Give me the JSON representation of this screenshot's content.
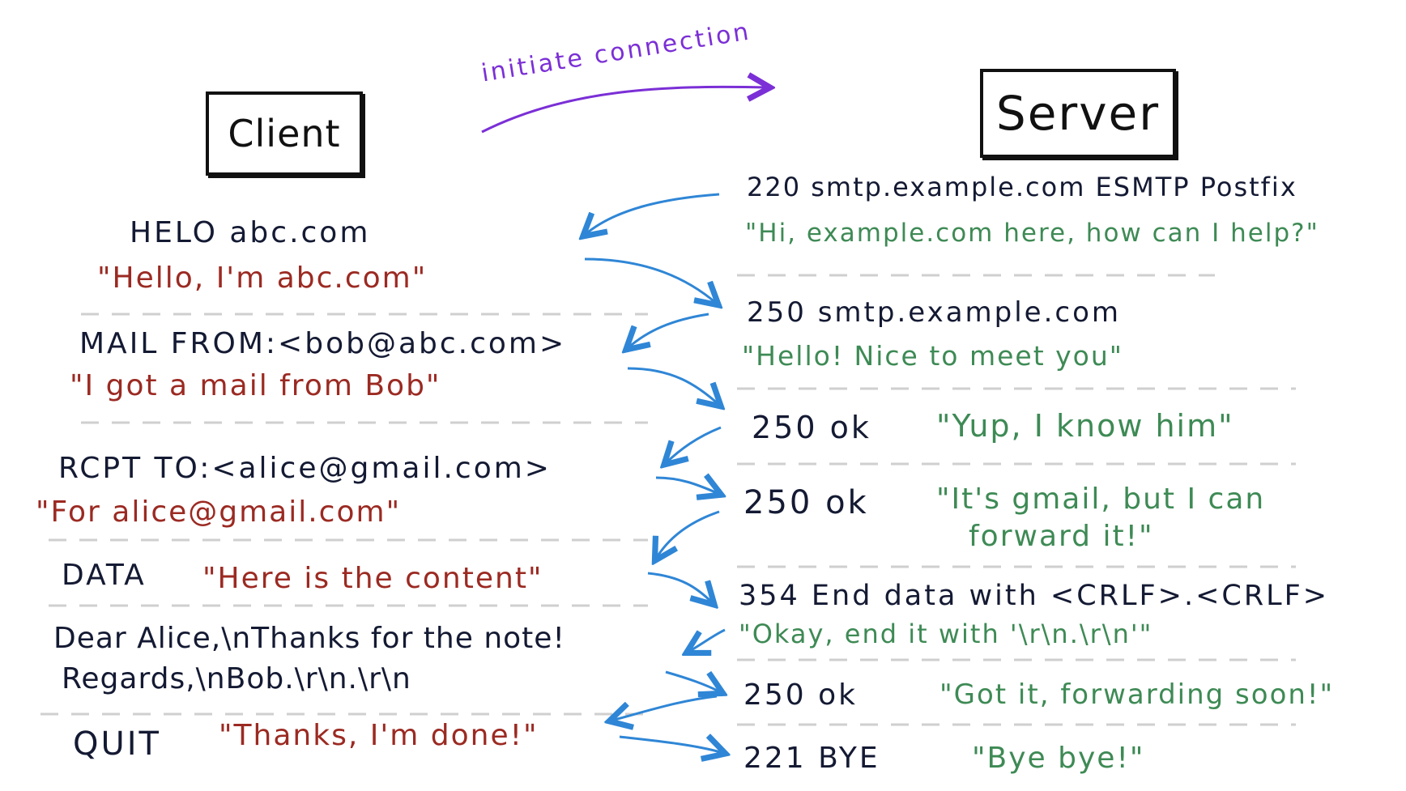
{
  "title_client": "Client",
  "title_server": "Server",
  "connection_label": "initiate connection",
  "client": [
    {
      "cmd": "HELO   abc.com",
      "say": "\"Hello, I'm abc.com\""
    },
    {
      "cmd": "MAIL  FROM:<bob@abc.com>",
      "say": "\"I got a mail from Bob\""
    },
    {
      "cmd": "RCPT    TO:<alice@gmail.com>",
      "say": "\"For  alice@gmail.com\""
    },
    {
      "cmd": "DATA",
      "say": "\"Here is the content\""
    },
    {
      "body1": "Dear Alice,\\nThanks for the note!",
      "body2": "Regards,\\nBob.\\r\\n.\\r\\n"
    },
    {
      "cmd": "QUIT",
      "say": "\"Thanks, I'm done!\""
    }
  ],
  "server": [
    {
      "code": "220  smtp.example.com  ESMTP  Postfix",
      "say": "\"Hi,  example.com  here, how can I help?\""
    },
    {
      "code": "250  smtp.example.com",
      "say": "\"Hello! Nice to meet you\""
    },
    {
      "code": "250   ok",
      "say": "\"Yup, I know him\""
    },
    {
      "code": "250   ok",
      "say1": "\"It's gmail, but I can",
      "say2": "forward it!\""
    },
    {
      "code": "354 End data with <CRLF>.<CRLF>",
      "say": "\"Okay, end it with '\\r\\n.\\r\\n'\""
    },
    {
      "code": "250   ok",
      "say": "\"Got it, forwarding soon!\""
    },
    {
      "code": "221   BYE",
      "say": "\"Bye bye!\""
    }
  ],
  "colors": {
    "command": "#141a33",
    "client_speech": "#9b2a22",
    "server_speech": "#3e8a55",
    "arrow": "#2f86d6",
    "connection_arrow": "#7b2fd6",
    "separator": "#cfcfcf"
  }
}
